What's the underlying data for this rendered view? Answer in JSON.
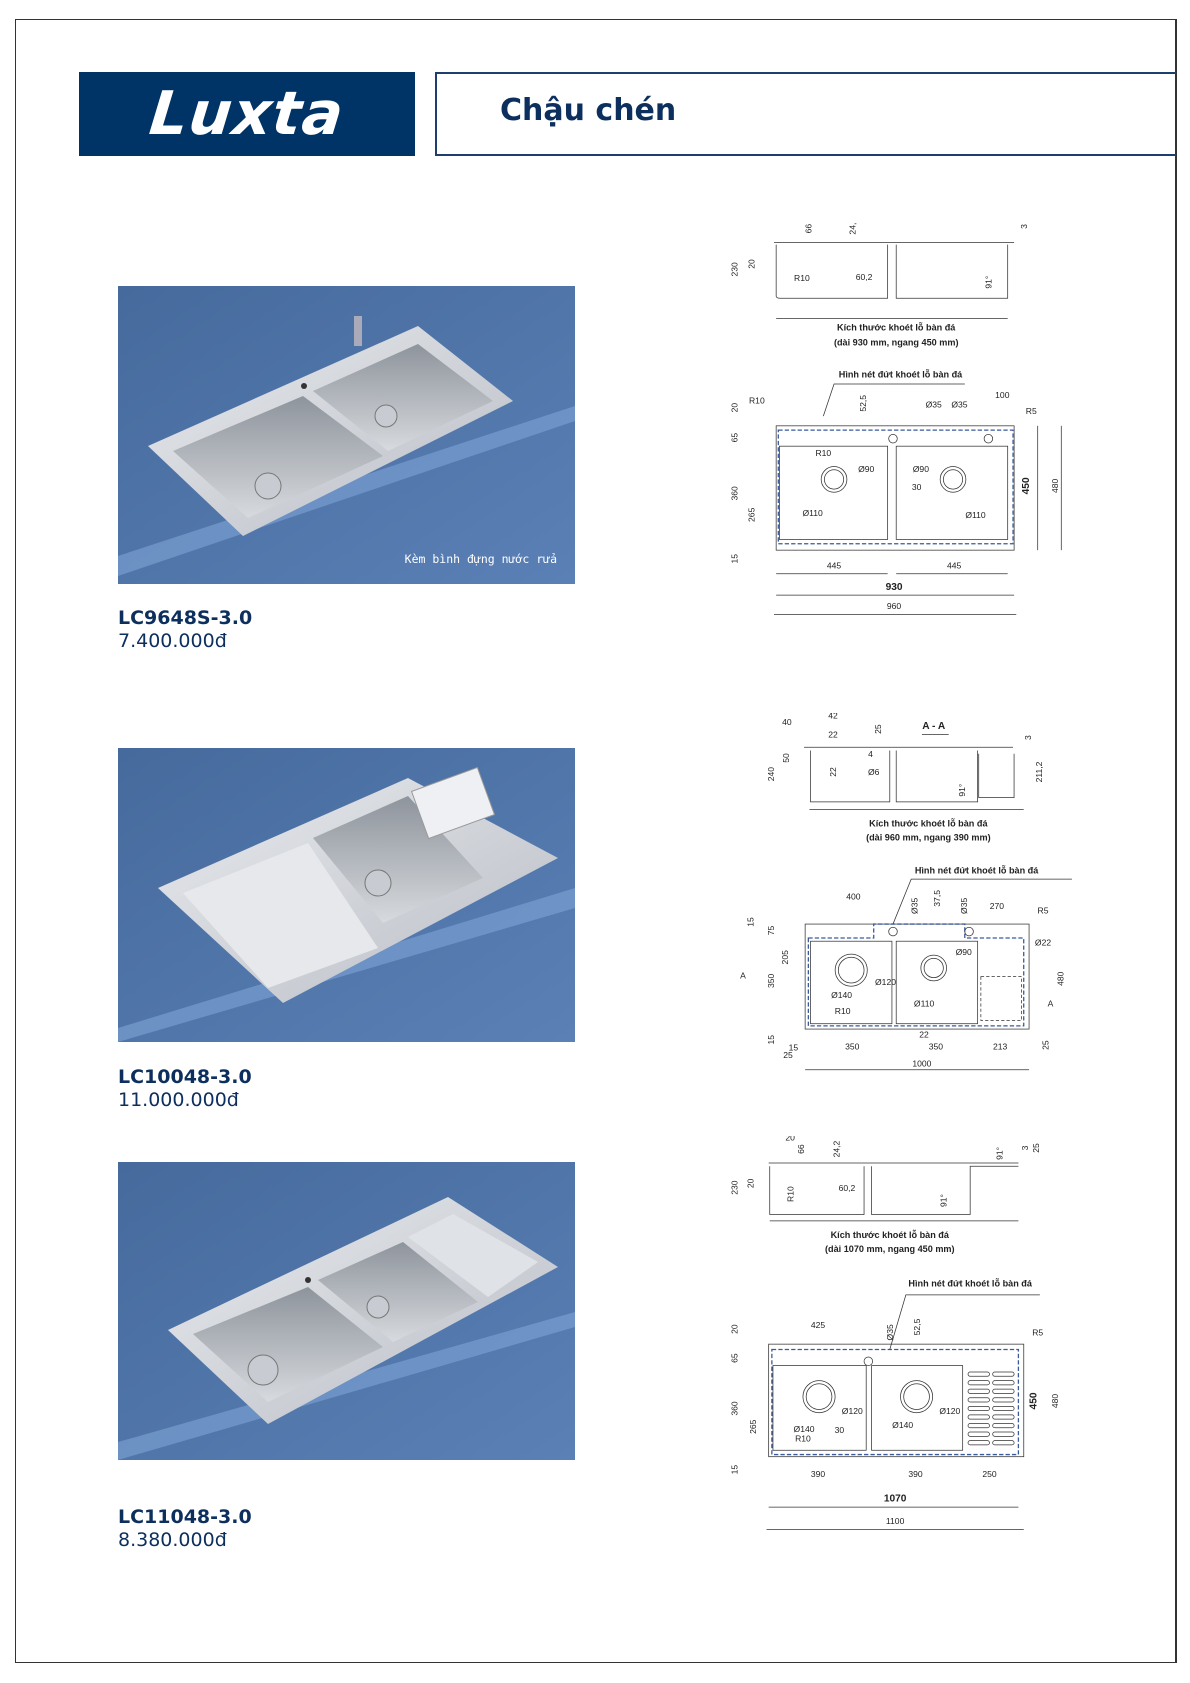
{
  "header": {
    "logo_text": "Luxta",
    "title": "Chậu chén",
    "brand_color": "#003366"
  },
  "products": [
    {
      "name": "LC9648S-3.0",
      "price": "7.400.000đ",
      "photo_caption": "Kèm bình đựng nước rửa"
    },
    {
      "name": "LC10048-3.0",
      "price": "11.000.000đ"
    },
    {
      "name": "LC11048-3.0",
      "price": "8.380.000đ"
    }
  ],
  "drawings": [
    {
      "section_caption": "Kích thước khoét lỗ bàn đá",
      "section_caption_2": "(dài 930 mm, ngang 450 mm)",
      "plan_caption": "Hình nét đứt khoét lỗ bàn đá",
      "labels": [
        "66",
        "24,",
        "3",
        "230",
        "20",
        "R10",
        "60,2",
        "91°",
        "20",
        "R10",
        "52,5",
        "Ø35",
        "Ø35",
        "100",
        "R5",
        "65",
        "R10",
        "Ø90",
        "Ø90",
        "360",
        "30",
        "450",
        "480",
        "265",
        "Ø110",
        "Ø110",
        "15",
        "445",
        "445",
        "930",
        "960"
      ]
    },
    {
      "section_title": "A - A",
      "section_caption": "Kích thước khoét lỗ bàn đá",
      "section_caption_2": "(dài 960 mm, ngang 390 mm)",
      "plan_caption": "Hình nét đứt khoét lỗ bàn đá",
      "labels": [
        "40",
        "42",
        "25",
        "22",
        "3",
        "50",
        "4",
        "240",
        "22",
        "Ø6",
        "211,2",
        "91°",
        "400",
        "Ø35",
        "37,5",
        "Ø35",
        "270",
        "R5",
        "15",
        "75",
        "Ø22",
        "205",
        "Ø90",
        "A",
        "350",
        "Ø120",
        "Ø140",
        "Ø110",
        "A",
        "R10",
        "480",
        "15",
        "22",
        "25",
        "15",
        "350",
        "350",
        "213",
        "25",
        "1000"
      ]
    },
    {
      "section_caption": "Kích thước khoét lỗ bàn đá",
      "section_caption_2": "(dài 1070 mm, ngang 450 mm)",
      "plan_caption": "Hình nét đứt khoét lỗ bàn đá",
      "labels": [
        "20",
        "66",
        "24,2",
        "91°",
        "3",
        "25",
        "230",
        "20",
        "R10",
        "60,2",
        "91°",
        "425",
        "Ø35",
        "52,5",
        "20",
        "R5",
        "65",
        "450",
        "480",
        "360",
        "Ø120",
        "Ø120",
        "265",
        "Ø140",
        "30",
        "Ø140",
        "R10",
        "15",
        "390",
        "390",
        "250",
        "1070",
        "1100"
      ]
    }
  ]
}
